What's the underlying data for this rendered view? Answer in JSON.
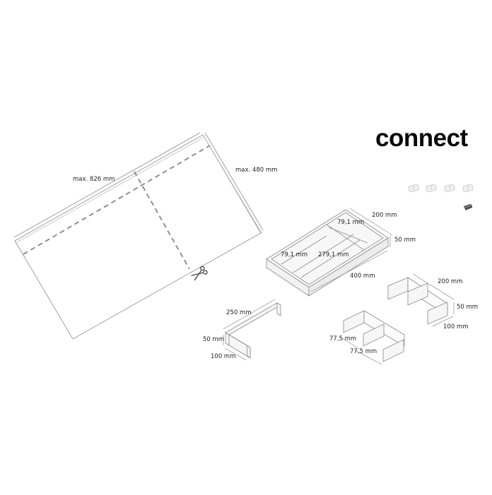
{
  "brand": {
    "title": "connect"
  },
  "panel": {
    "length_label": "max. 826 mm",
    "width_label": "max. 480 mm",
    "cut_tool_icon": "scissors-icon"
  },
  "tray": {
    "width_label": "200 mm",
    "height_label": "50 mm",
    "length_label": "400 mm",
    "compartment_top_label": "79,1 mm",
    "compartment_left_label": "79,1 mm",
    "compartment_long_label": "279,1 mm"
  },
  "l_profile": {
    "length_label": "250 mm",
    "height_label": "50 mm",
    "depth_label": "100 mm"
  },
  "double_u_large": {
    "length_label": "200 mm",
    "height_label": "50 mm",
    "depth_label": "100 mm"
  },
  "double_u_small": {
    "width_a_label": "77,5 mm",
    "width_b_label": "77,5 mm"
  },
  "connectors": {
    "count": 4,
    "icon": "connector-clip-icon",
    "tool_icon": "cutter-tool-icon"
  },
  "colors": {
    "line": "#8a8a8a",
    "dash": "#8f8f8f",
    "text": "#222222",
    "brand": "#0a0a0a",
    "part_fill": "#f4f4f4"
  }
}
